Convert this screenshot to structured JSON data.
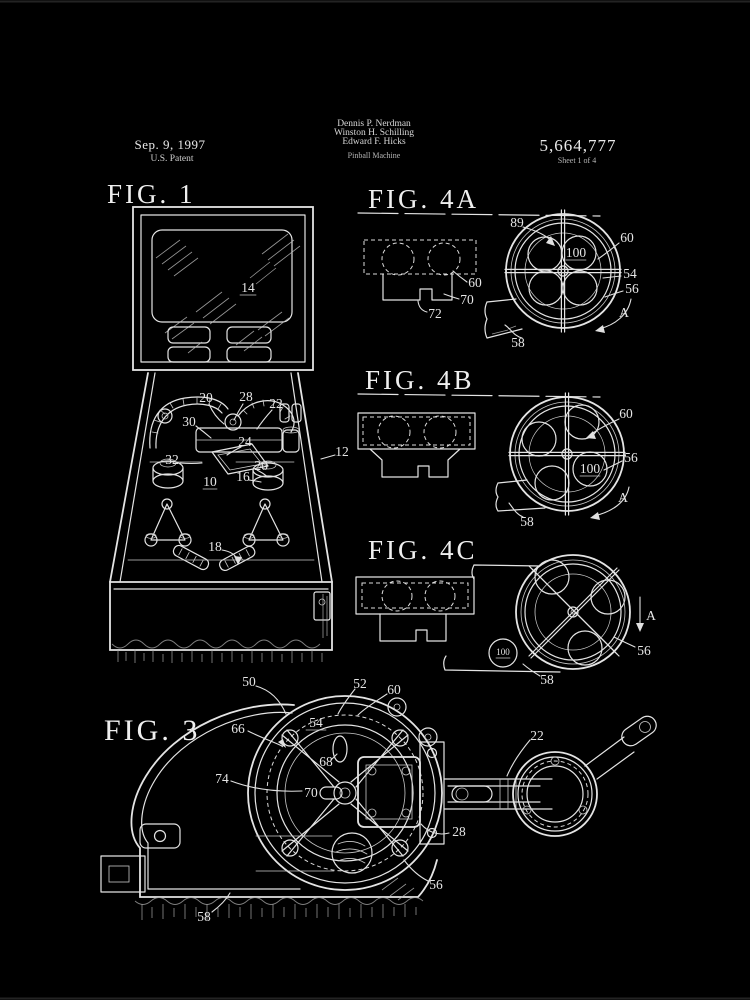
{
  "header": {
    "date": "Sep. 9, 1997",
    "uspatent": "U.S. Patent",
    "inventor1": "Dennis P. Nerdman",
    "inventor2": "Winston H. Schilling",
    "inventor3": "Edward F. Hicks",
    "title": "Pinball Machine",
    "number": "5,664,777",
    "sheet": "Sheet 1 of 4"
  },
  "fig1": {
    "label": "FIG. 1",
    "r14": "14",
    "r20": "20",
    "r28": "28",
    "r22": "22",
    "r30": "30",
    "r24": "24",
    "r32": "32",
    "r12": "12",
    "r26": "26",
    "r16": "16",
    "r10": "10",
    "r18": "18"
  },
  "fig4a": {
    "label": "FIG. 4A",
    "r60l": "60",
    "r70": "70",
    "r72": "72",
    "r89": "89",
    "r100": "100",
    "r60": "60",
    "r54": "54",
    "r56": "56",
    "rA": "A",
    "r58": "58"
  },
  "fig4b": {
    "label": "FIG. 4B",
    "r60": "60",
    "r56": "56",
    "r100": "100",
    "rA": "A",
    "r58": "58"
  },
  "fig4c": {
    "label": "FIG. 4C",
    "r100": "100",
    "rA": "A",
    "r56": "56",
    "r58": "58"
  },
  "fig3": {
    "label": "FIG. 3",
    "r50": "50",
    "r52": "52",
    "r60": "60",
    "r66": "66",
    "r54": "54",
    "r68": "68",
    "r74": "74",
    "r70": "70",
    "r22": "22",
    "r28": "28",
    "r56": "56",
    "r58": "58"
  },
  "colors": {
    "background": "#000000",
    "ink": "#e9e9e9"
  }
}
